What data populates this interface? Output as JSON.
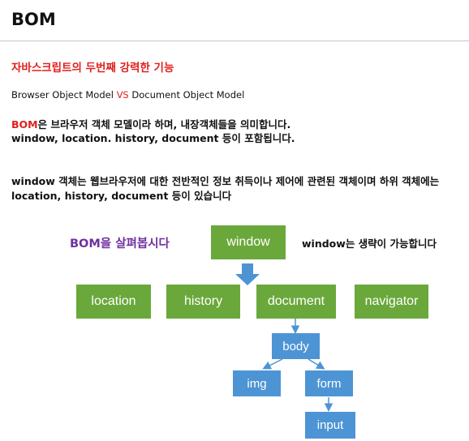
{
  "slide": {
    "title": "BOM",
    "subtitle": "자바스크립트의 두번째 강력한 기능",
    "models": {
      "left": "Browser Object Model ",
      "vs": "VS",
      "right": " Document Object Model"
    },
    "bom_desc": {
      "bom": "BOM",
      "line1_rest": "은 브라우저 객체 모델이라 하며, 내장객체들을 의미합니다.",
      "line2": "window, location. history, document 등이 포함됩니다."
    },
    "window_desc": "window 객체는 웹브라우저에 대한 전반적인 정보 취득이나 제어에 관련된 객체이며 하위 객체에는 location, history, document 등이 있습니다"
  },
  "diagram": {
    "look_label": "BOM을 살펴봅시다",
    "omit_label": "window는 생략이 가능합니다",
    "nodes": {
      "window": "window",
      "location": "location",
      "history": "history",
      "document": "document",
      "navigator": "navigator",
      "body": "body",
      "img": "img",
      "form": "form",
      "input": "input"
    },
    "colors": {
      "green": "#6aa83b",
      "blue": "#4d94d4",
      "arrow": "#4d94d4",
      "red": "#e0201f",
      "purple": "#7030a0"
    }
  }
}
